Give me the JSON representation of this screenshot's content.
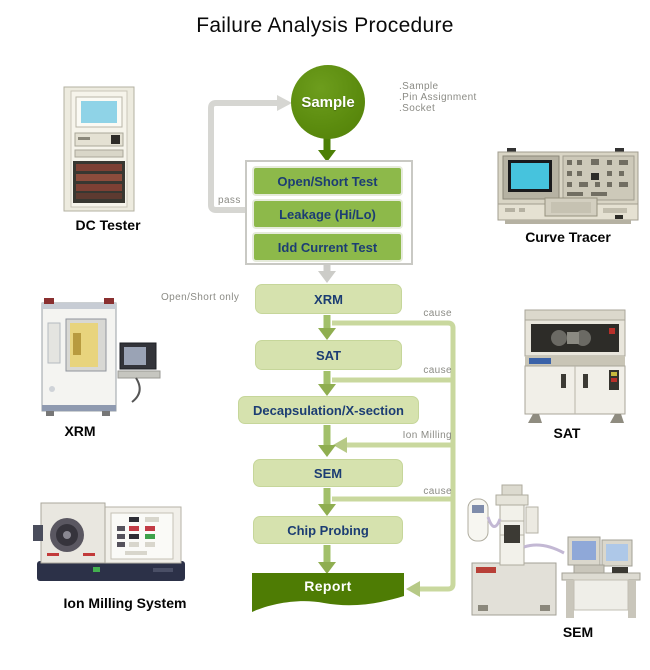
{
  "title": "Failure Analysis Procedure",
  "flow": {
    "start": {
      "label": "Sample",
      "notes": [
        ".Sample",
        ".Pin Assignment",
        ".Socket"
      ]
    },
    "tests": {
      "pass_label": "pass",
      "items": [
        "Open/Short Test",
        "Leakage (Hi/Lo)",
        "Idd Current Test"
      ]
    },
    "steps": [
      {
        "label": "XRM",
        "note": "Open/Short only",
        "branch_label": "cause"
      },
      {
        "label": "SAT",
        "branch_label": "cause"
      },
      {
        "label": "Decapsulation/X-section",
        "branch_label": "Ion Milling"
      },
      {
        "label": "SEM",
        "branch_label": "cause"
      },
      {
        "label": "Chip Probing"
      }
    ],
    "end": {
      "label": "Report"
    }
  },
  "equipment": [
    {
      "label": "DC Tester"
    },
    {
      "label": "Curve Tracer"
    },
    {
      "label": "XRM"
    },
    {
      "label": "SAT"
    },
    {
      "label": "Ion Milling System"
    },
    {
      "label": "SEM"
    }
  ],
  "colors": {
    "sample_green": "#5b8b0e",
    "test_bar_green": "#8db94a",
    "step_box_green": "#d6e2ae",
    "report_green": "#4e7c04",
    "connector_pale_green": "#c9d89e",
    "arrow_green": "#a2c06a",
    "gray_line": "#d6d6d2",
    "label_navy": "#1c3d73",
    "note_gray": "#8b8b85"
  }
}
